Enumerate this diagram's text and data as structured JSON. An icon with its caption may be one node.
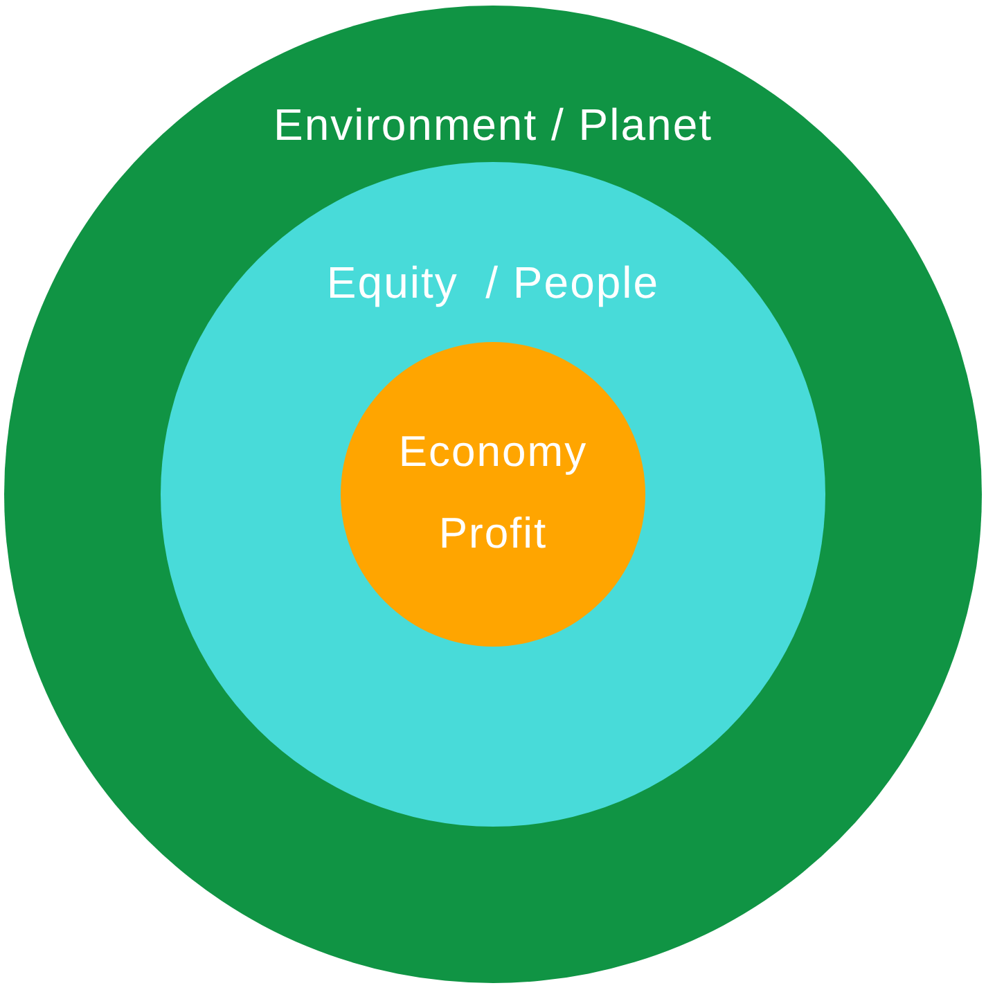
{
  "diagram": {
    "nodes": [
      {
        "text": [
          "Environment / Planet"
        ]
      },
      {
        "text": [
          "Equity  / People"
        ],
        "in": 0
      },
      {
        "text": [
          "Economy",
          "Profit"
        ],
        "in": 1
      }
    ]
  }
}
